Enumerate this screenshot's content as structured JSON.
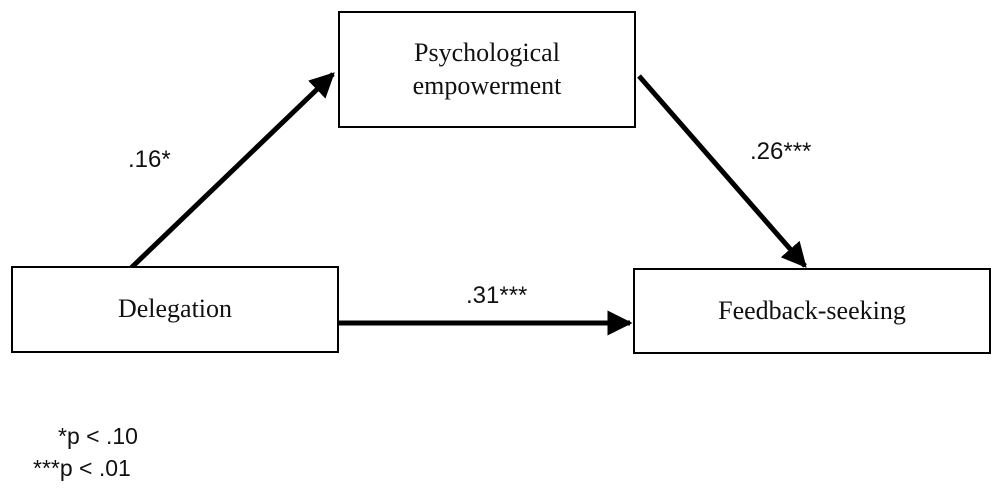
{
  "diagram": {
    "nodes": {
      "mediator": {
        "line1": "Psychological",
        "line2": "empowerment"
      },
      "predictor": {
        "label": "Delegation"
      },
      "outcome": {
        "label": "Feedback-seeking"
      }
    },
    "paths": {
      "a": ".16*",
      "b": ".26***",
      "c": ".31***"
    },
    "notes": [
      "*p < .10",
      "***p < .01"
    ],
    "colors": {
      "line": "#000000",
      "text": "#111111",
      "background": "#ffffff"
    }
  }
}
